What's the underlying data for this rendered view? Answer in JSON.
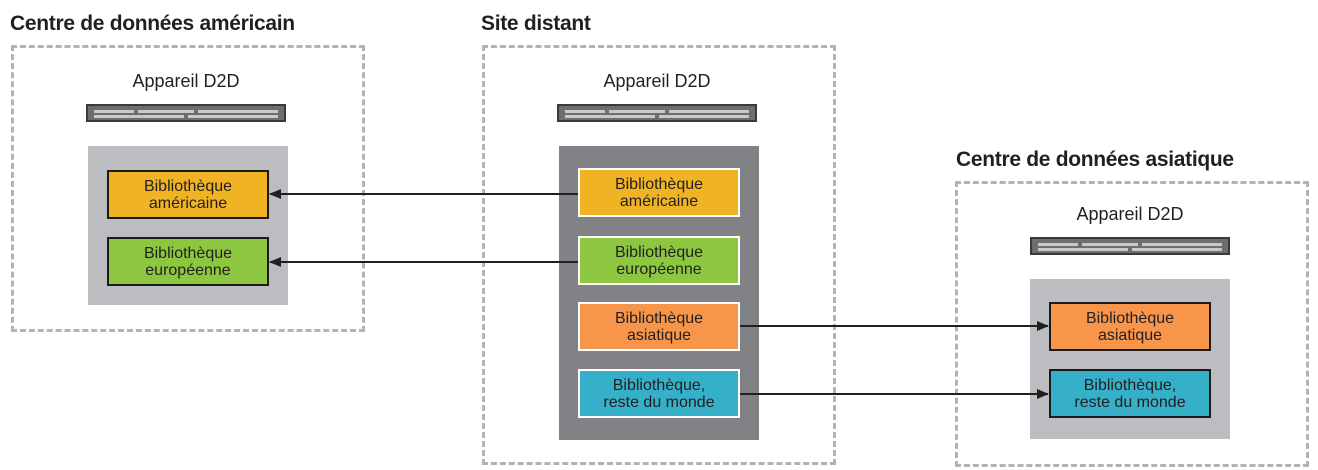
{
  "colors": {
    "amer": "#f0b323",
    "euro": "#8dc63f",
    "asia": "#f7964a",
    "row": "#36b0c9",
    "dashed_border": "#b3b3b3",
    "panel_light": "#bcbdc0",
    "panel_dark": "#808285",
    "arrow": "#231f20"
  },
  "sites": {
    "us": {
      "title": "Centre de données américain",
      "device_label": "Appareil D2D",
      "libraries": [
        {
          "line1": "Bibliothèque",
          "line2": "américaine"
        },
        {
          "line1": "Bibliothèque",
          "line2": "européenne"
        }
      ]
    },
    "remote": {
      "title": "Site distant",
      "device_label": "Appareil D2D",
      "libraries": [
        {
          "line1": "Bibliothèque",
          "line2": "américaine"
        },
        {
          "line1": "Bibliothèque",
          "line2": "européenne"
        },
        {
          "line1": "Bibliothèque",
          "line2": "asiatique"
        },
        {
          "line1": "Bibliothèque,",
          "line2": "reste du monde"
        }
      ]
    },
    "asia": {
      "title": "Centre de données asiatique",
      "device_label": "Appareil D2D",
      "libraries": [
        {
          "line1": "Bibliothèque",
          "line2": "asiatique"
        },
        {
          "line1": "Bibliothèque,",
          "line2": "reste du monde"
        }
      ]
    }
  }
}
